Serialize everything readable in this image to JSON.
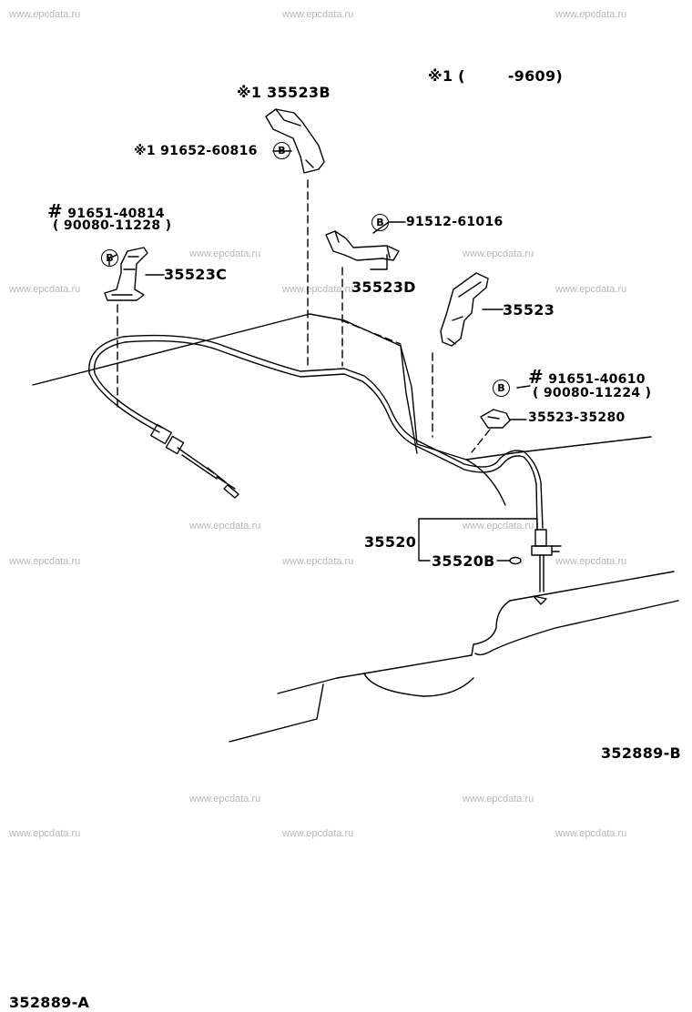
{
  "watermark": "www.epcdata.ru",
  "note": {
    "mark": "※1",
    "range": "(        -9609)"
  },
  "parts": {
    "bracket_b": {
      "prefix": "※1",
      "number": "35523B"
    },
    "bolt_b": {
      "prefix": "※1",
      "number": "91652-60816"
    },
    "bolt_c_primary": {
      "prefix": "#",
      "number": "91651-40814"
    },
    "bolt_c_alt": "( 90080-11228 )",
    "bracket_c": "35523C",
    "bolt_d": "91512-61016",
    "bracket_d": "35523D",
    "bracket_main": "35523",
    "bolt_main_primary": {
      "prefix": "#",
      "number": "91651-40610"
    },
    "bolt_main_alt": "( 90080-11224 )",
    "clamp": "35523-35280",
    "cable": "35520",
    "oring": "35520B"
  },
  "bolt_marker": "B",
  "codes": {
    "upper": "352889-B",
    "lower": "352889-A"
  }
}
